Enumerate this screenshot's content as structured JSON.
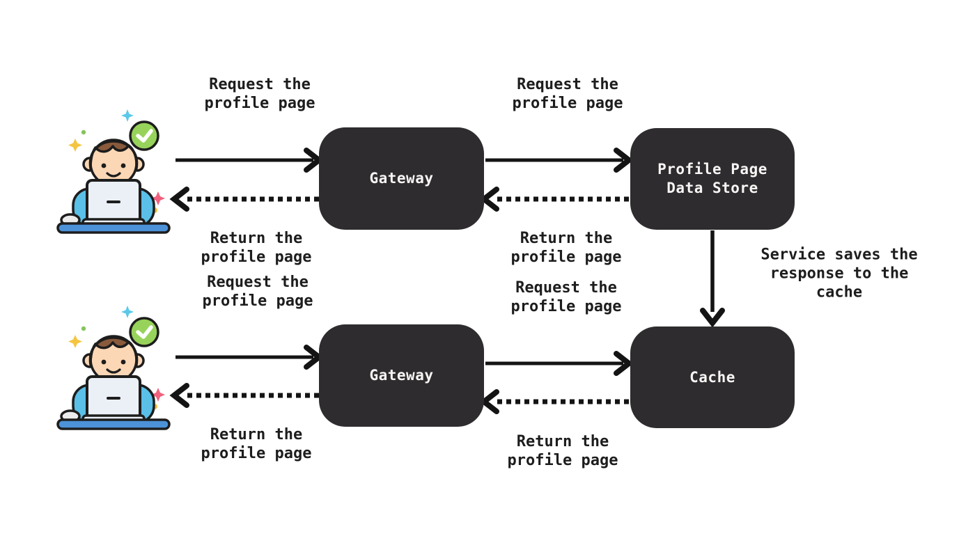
{
  "nodes": {
    "gateway_top": {
      "label": "Gateway"
    },
    "datastore": {
      "line1": "Profile Page",
      "line2": "Data Store"
    },
    "gateway_bottom": {
      "label": "Gateway"
    },
    "cache": {
      "label": "Cache"
    }
  },
  "labels": {
    "request": {
      "line1": "Request the",
      "line2": "profile page"
    },
    "return": {
      "line1": "Return the",
      "line2": "profile page"
    },
    "service_note": {
      "line1": "Service saves the",
      "line2": "response to the",
      "line3": "cache"
    }
  },
  "arrows": [
    {
      "from": "user-top",
      "to": "gateway-top",
      "style": "solid",
      "label": "Request the profile page"
    },
    {
      "from": "gateway-top",
      "to": "datastore",
      "style": "solid",
      "label": "Request the profile page"
    },
    {
      "from": "datastore",
      "to": "gateway-top",
      "style": "dotted",
      "label": "Return the profile page"
    },
    {
      "from": "gateway-top",
      "to": "user-top",
      "style": "dotted",
      "label": "Return the profile page"
    },
    {
      "from": "datastore",
      "to": "cache",
      "style": "solid",
      "label": "Service saves the response to the cache"
    },
    {
      "from": "user-bottom",
      "to": "gateway-bottom",
      "style": "solid",
      "label": "Request the profile page"
    },
    {
      "from": "gateway-bottom",
      "to": "cache",
      "style": "solid",
      "label": "Request the profile page"
    },
    {
      "from": "cache",
      "to": "gateway-bottom",
      "style": "dotted",
      "label": "Return the profile page"
    },
    {
      "from": "gateway-bottom",
      "to": "user-bottom",
      "style": "dotted",
      "label": "Return the profile page"
    }
  ],
  "icons": {
    "user": "person-at-laptop-with-check-badge",
    "badge": "green-check-badge"
  },
  "colors": {
    "background": "#ffffff",
    "node_fill": "#2e2c2e",
    "node_text": "#f7f6f4",
    "arrow": "#141414",
    "label_text": "#1d1d1d",
    "shirt_blue": "#5bc0e8",
    "desk_blue": "#4c92d9",
    "laptop_grey": "#ebf0f7",
    "skin": "#fbd7b5",
    "hair_brown": "#8a5a3c",
    "badge_green": "#97d35a",
    "sparkle_yellow": "#f5c542",
    "sparkle_pink": "#f0617e",
    "sparkle_cyan": "#5bc8ea",
    "outline": "#1d1d1d"
  }
}
